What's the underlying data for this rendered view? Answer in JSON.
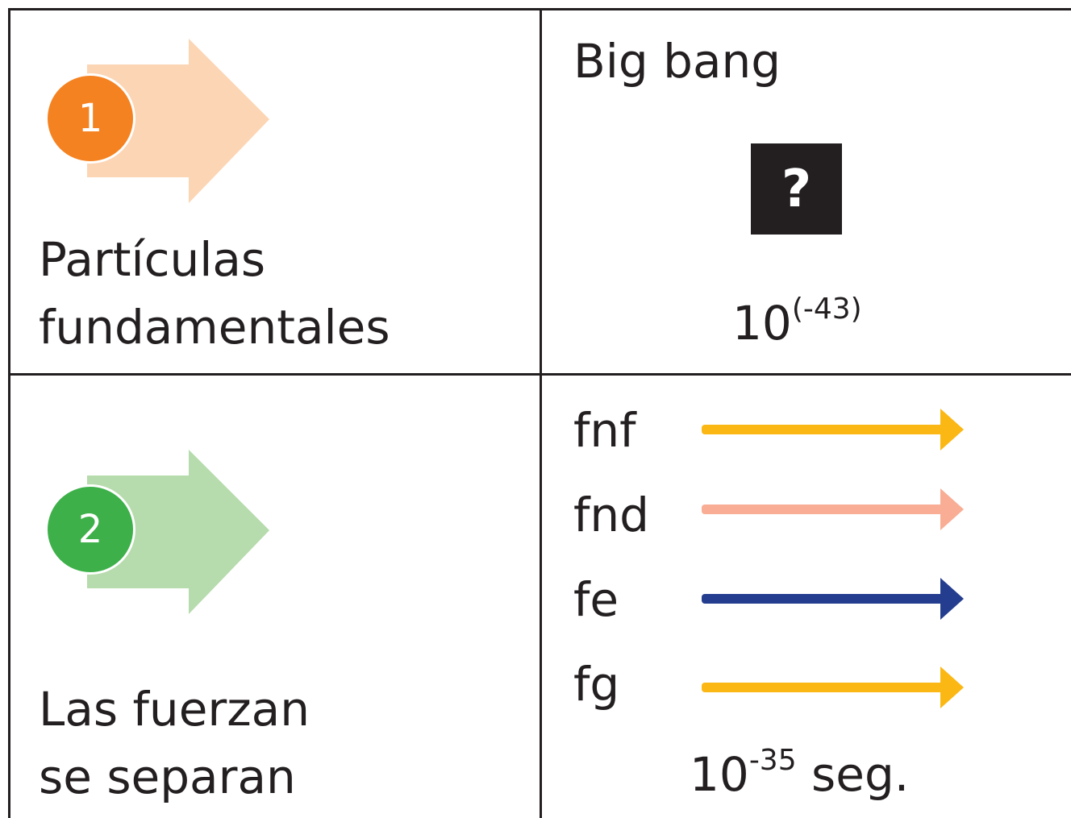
{
  "colors": {
    "grid": "#231f20",
    "step1_arrow": "#fcd5b4",
    "step1_badge": "#f58220",
    "step2_arrow": "#b6dbac",
    "step2_badge": "#3db049",
    "fnf": "#fbb714",
    "fnd": "#f8ad94",
    "fe": "#243d8f",
    "fg": "#fbb714"
  },
  "step1": {
    "number": "1",
    "label_line1": "Partículas",
    "label_line2": "fundamentales",
    "event": "Big bang",
    "question_mark": "?",
    "time_base": "10",
    "time_exponent": "(-43)"
  },
  "step2": {
    "number": "2",
    "label_line1": "Las fuerzan",
    "label_line2": "se separan",
    "forces": [
      {
        "label": "fnf",
        "color": "#fbb714"
      },
      {
        "label": "fnd",
        "color": "#f8ad94"
      },
      {
        "label": "fe",
        "color": "#243d8f"
      },
      {
        "label": "fg",
        "color": "#fbb714"
      }
    ],
    "time_base": "10",
    "time_exponent": "-35",
    "time_unit": " seg."
  }
}
